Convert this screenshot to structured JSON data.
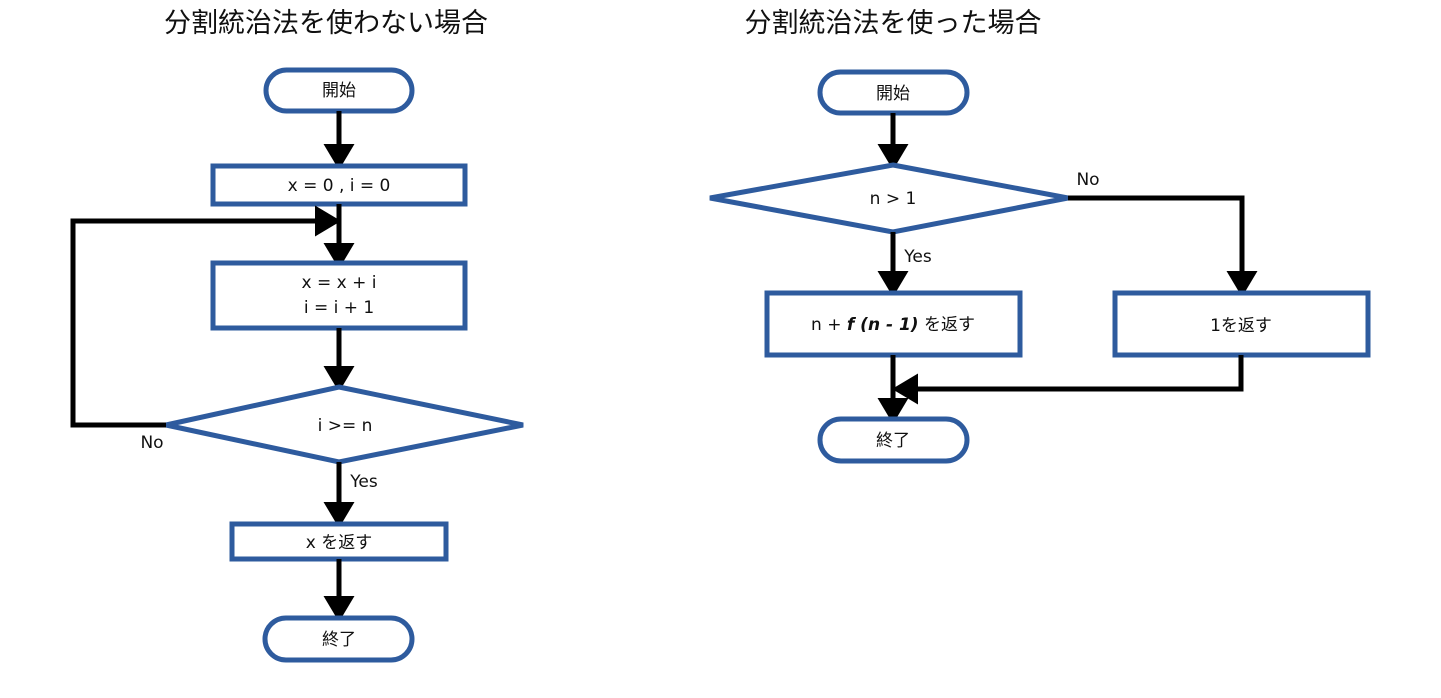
{
  "page": {
    "background": "#ffffff",
    "shape_border_color": "#2E5B9E",
    "connector_color": "#000000",
    "text_color": "#101010"
  },
  "charts": [
    {
      "id": "without-divide-and-conquer",
      "title": "分割統治法を使わない場合",
      "nodes": {
        "start": "開始",
        "init": "x = 0 , i = 0",
        "loop_line1": "x = x + i",
        "loop_line2": "i = i + 1",
        "decision": "i >= n",
        "return": "x を返す",
        "end": "終了"
      },
      "edge_labels": {
        "no": "No",
        "yes": "Yes"
      }
    },
    {
      "id": "with-divide-and-conquer",
      "title": "分割統治法を使った場合",
      "nodes": {
        "start": "開始",
        "decision": "n > 1",
        "recurse_prefix": "n + ",
        "recurse_italic": "f (n - 1)",
        "recurse_suffix": " を返す",
        "base_case": "1を返す",
        "end": "終了"
      },
      "edge_labels": {
        "no": "No",
        "yes": "Yes"
      }
    }
  ]
}
